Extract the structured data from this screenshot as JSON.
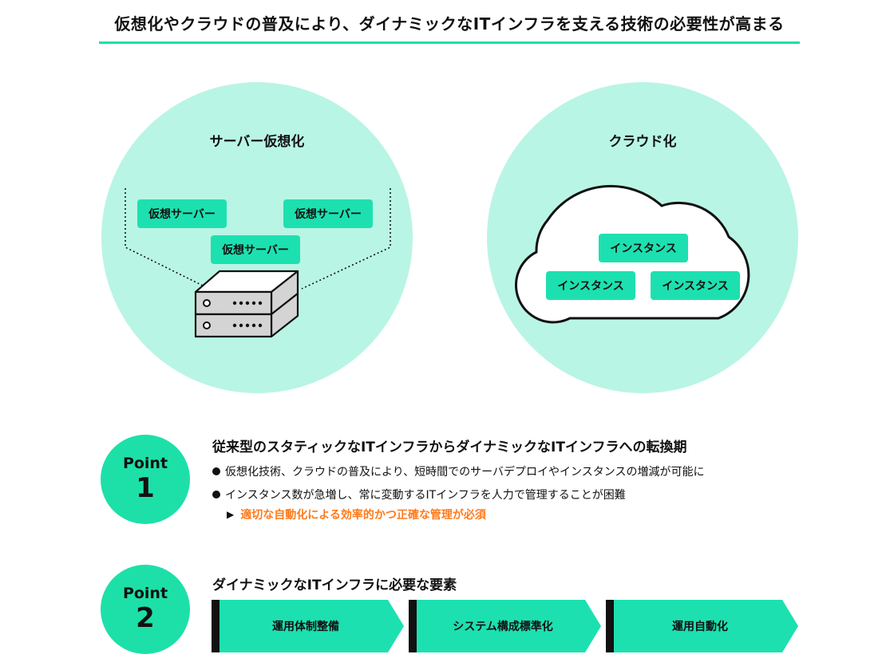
{
  "title": "仮想化やクラウドの普及により、ダイナミックなITインフラを支える技術の必要性が高まる",
  "virtualization": {
    "title": "サーバー仮想化",
    "servers": [
      "仮想サーバー",
      "仮想サーバー",
      "仮想サーバー"
    ]
  },
  "cloud": {
    "title": "クラウド化",
    "instances": [
      "インスタンス",
      "インスタンス",
      "インスタンス"
    ]
  },
  "point1": {
    "label": "Point",
    "number": "1",
    "heading": "従来型のスタティックなITインフラからダイナミックなITインフラへの転換期",
    "bullets": [
      "仮想化技術、クラウドの普及により、短時間でのサーバデプロイやインスタンスの増減が可能に",
      "インスタンス数が急増し、常に変動するITインフラを人力で管理することが困難"
    ],
    "emphasis": "適切な自動化による効率的かつ正確な管理が必須"
  },
  "point2": {
    "label": "Point",
    "number": "2",
    "heading": "ダイナミックなITインフラに必要な要素",
    "steps": [
      "運用体制整備",
      "システム構成標準化",
      "運用自動化"
    ]
  },
  "colors": {
    "accent": "#1de0a8",
    "circle_bg": "#b9f5e4",
    "emphasis": "#ff7a1a",
    "step_bar": "#111111"
  },
  "icons": {
    "server": "server-stack-icon",
    "cloud": "cloud-icon",
    "bullet": "bullet-dot-icon",
    "arrow": "triangle-right-icon"
  }
}
